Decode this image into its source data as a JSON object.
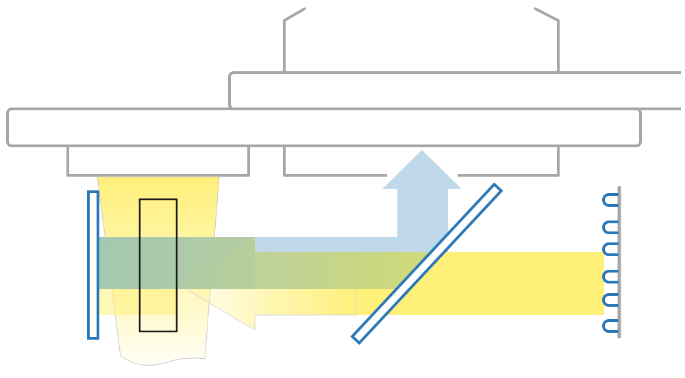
{
  "diagram": {
    "colors": {
      "structure_gray": "#a6a6a6",
      "yellow_beam": "#fff07a",
      "yellow_beam_light": "#fffbe2",
      "blue_beam": "#bcd7ea",
      "green_overlap": "#b8cf86",
      "optic_blue": "#2a77b8",
      "sample_outline": "#1a1a1a",
      "background": "#ffffff"
    },
    "components": [
      "microscope-body-upper",
      "microscope-body-lower",
      "objective-housing-left",
      "housing-right",
      "mirror",
      "dichroic-beamsplitter",
      "sample-cell",
      "led-array",
      "excitation-beam",
      "emission-beam"
    ]
  }
}
